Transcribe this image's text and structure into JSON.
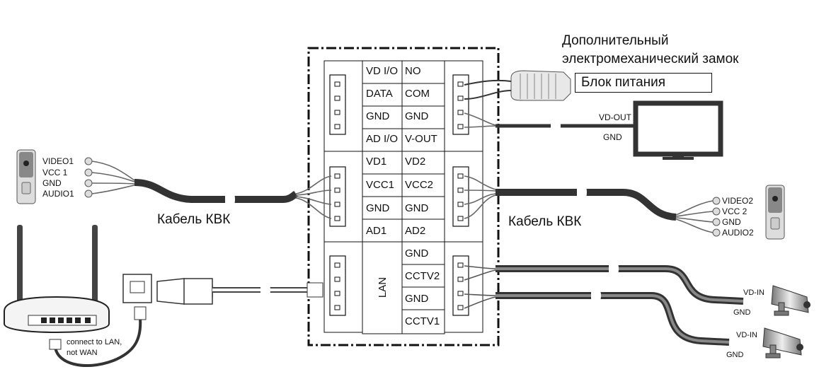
{
  "top_labels": {
    "extra_lock_line1": "Дополнительный",
    "extra_lock_line2": "электромеханический замок",
    "power_supply": "Блок питания"
  },
  "monitor": {
    "vd_out": "VD-OUT",
    "gnd": "GND"
  },
  "left_panel": {
    "pins": [
      "VIDEO1",
      "VCC 1",
      "GND",
      "AUDIO1"
    ]
  },
  "right_panel": {
    "pins": [
      "VIDEO2",
      "VCC 2",
      "GND",
      "AUDIO2"
    ]
  },
  "cable_left": "Кабель КВК",
  "cable_right": "Кабель КВК",
  "terminal_block": {
    "left_column": [
      "VD I/O",
      "DATA",
      "GND",
      "AD I/O",
      "VD1",
      "VCC1",
      "GND",
      "AD1"
    ],
    "right_column": [
      "NO",
      "COM",
      "GND",
      "V-OUT",
      "VD2",
      "VCC2",
      "GND",
      "AD2",
      "GND",
      "CCTV2",
      "GND",
      "CCTV1"
    ],
    "lan": "LAN"
  },
  "router": {
    "note_line1": "connect to LAN,",
    "note_line2": "not WAN"
  },
  "cameras": [
    {
      "vd_in": "VD-IN",
      "gnd": "GND"
    },
    {
      "vd_in": "VD-IN",
      "gnd": "GND"
    }
  ]
}
